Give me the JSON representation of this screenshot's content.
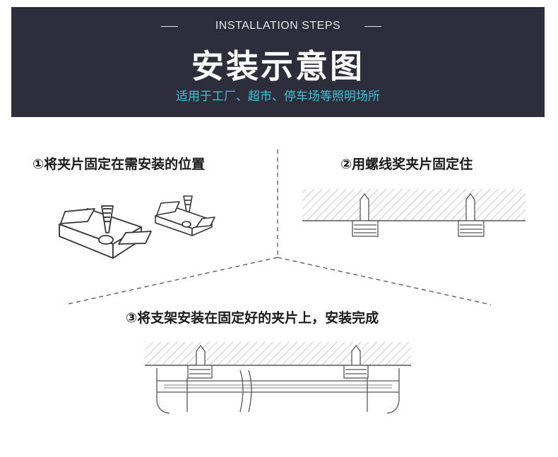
{
  "banner": {
    "subtitle_en": "INSTALLATION STEPS",
    "title": "安装示意图",
    "subtitle": "适用于工厂、超市、停车场等照明场所"
  },
  "steps": [
    {
      "label": "①将夹片固定在需安装的位置"
    },
    {
      "label": "②用螺线奖夹片固定住"
    },
    {
      "label": "③将支架安装在固定好的夹片上，安装完成"
    }
  ],
  "colors": {
    "banner_bg": "#2d2d3b",
    "accent": "#38c6d6",
    "line": "#555555"
  }
}
